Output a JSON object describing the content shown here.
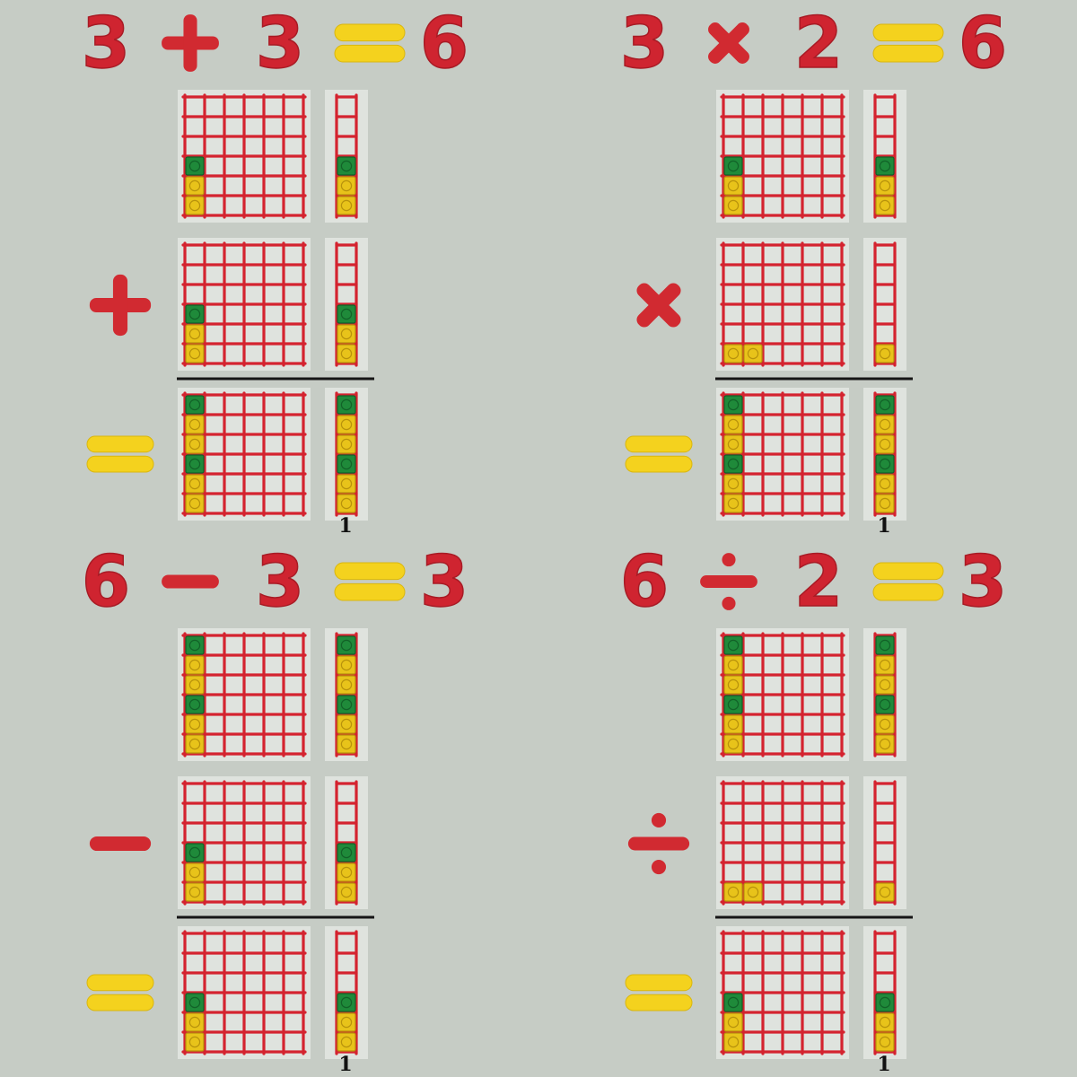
{
  "quadrants": [
    {
      "id": "add",
      "equation": {
        "left": "3",
        "op": "plus",
        "right": "3",
        "result": "6"
      },
      "row1": {
        "grid": [
          0,
          1
        ],
        "colors": [
          "yellow",
          "yellow",
          "green"
        ],
        "ladder": [
          "yellow",
          "yellow",
          "green"
        ]
      },
      "row2": {
        "grid": [
          0,
          1
        ],
        "colors": [
          "yellow",
          "yellow",
          "green"
        ],
        "ladder": [
          "yellow",
          "yellow",
          "green"
        ]
      },
      "row3": {
        "grid": [
          1,
          0
        ],
        "colors": [
          "yellow",
          "yellow",
          "green",
          "yellow",
          "yellow",
          "green"
        ],
        "ladder": [
          "yellow",
          "yellow",
          "green",
          "yellow",
          "yellow",
          "green"
        ]
      },
      "label": "1"
    },
    {
      "id": "multiply",
      "equation": {
        "left": "3",
        "op": "times",
        "right": "2",
        "result": "6"
      },
      "row1": {
        "grid": [
          0,
          1
        ],
        "colors": [
          "yellow",
          "yellow",
          "green"
        ],
        "ladder": [
          "yellow",
          "yellow",
          "green"
        ]
      },
      "row2": {
        "grid": [
          1,
          0
        ],
        "colors": [
          "yellow",
          "yellow"
        ],
        "ladder": [
          "yellow"
        ]
      },
      "row3": {
        "grid": [
          1,
          0
        ],
        "colors": [
          "yellow",
          "yellow",
          "green",
          "yellow",
          "yellow",
          "green"
        ],
        "ladder": [
          "yellow",
          "yellow",
          "green",
          "yellow",
          "yellow",
          "green"
        ]
      },
      "label": "1"
    },
    {
      "id": "subtract",
      "equation": {
        "left": "6",
        "op": "minus",
        "right": "3",
        "result": "3"
      },
      "row1": {
        "grid": [
          1,
          0
        ],
        "colors": [
          "yellow",
          "yellow",
          "green",
          "yellow",
          "yellow",
          "green"
        ],
        "ladder": [
          "yellow",
          "yellow",
          "green",
          "yellow",
          "yellow",
          "green"
        ]
      },
      "row2": {
        "grid": [
          0,
          1
        ],
        "colors": [
          "yellow",
          "yellow",
          "green"
        ],
        "ladder": [
          "yellow",
          "yellow",
          "green"
        ]
      },
      "row3": {
        "grid": [
          0,
          1
        ],
        "colors": [
          "yellow",
          "yellow",
          "green"
        ],
        "ladder": [
          "yellow",
          "yellow",
          "green"
        ]
      },
      "label": "1"
    },
    {
      "id": "divide",
      "equation": {
        "left": "6",
        "op": "divide",
        "right": "2",
        "result": "3"
      },
      "row1": {
        "grid": [
          1,
          0
        ],
        "colors": [
          "yellow",
          "yellow",
          "green",
          "yellow",
          "yellow",
          "green"
        ],
        "ladder": [
          "yellow",
          "yellow",
          "green",
          "yellow",
          "yellow",
          "green"
        ]
      },
      "row2": {
        "grid": [
          1,
          0
        ],
        "colors": [
          "yellow",
          "yellow"
        ],
        "ladder": [
          "yellow"
        ]
      },
      "row3": {
        "grid": [
          0,
          1
        ],
        "colors": [
          "yellow",
          "yellow",
          "green"
        ],
        "ladder": [
          "yellow",
          "yellow",
          "green"
        ]
      },
      "label": "1"
    }
  ],
  "colors": {
    "background": "#c6ccc5",
    "magnet_red": "#d12a31",
    "magnet_yellow": "#f4d21e",
    "grid_red": "#d4232f",
    "cube_yellow": "#e8c31a",
    "cube_green": "#1f8a3a"
  }
}
